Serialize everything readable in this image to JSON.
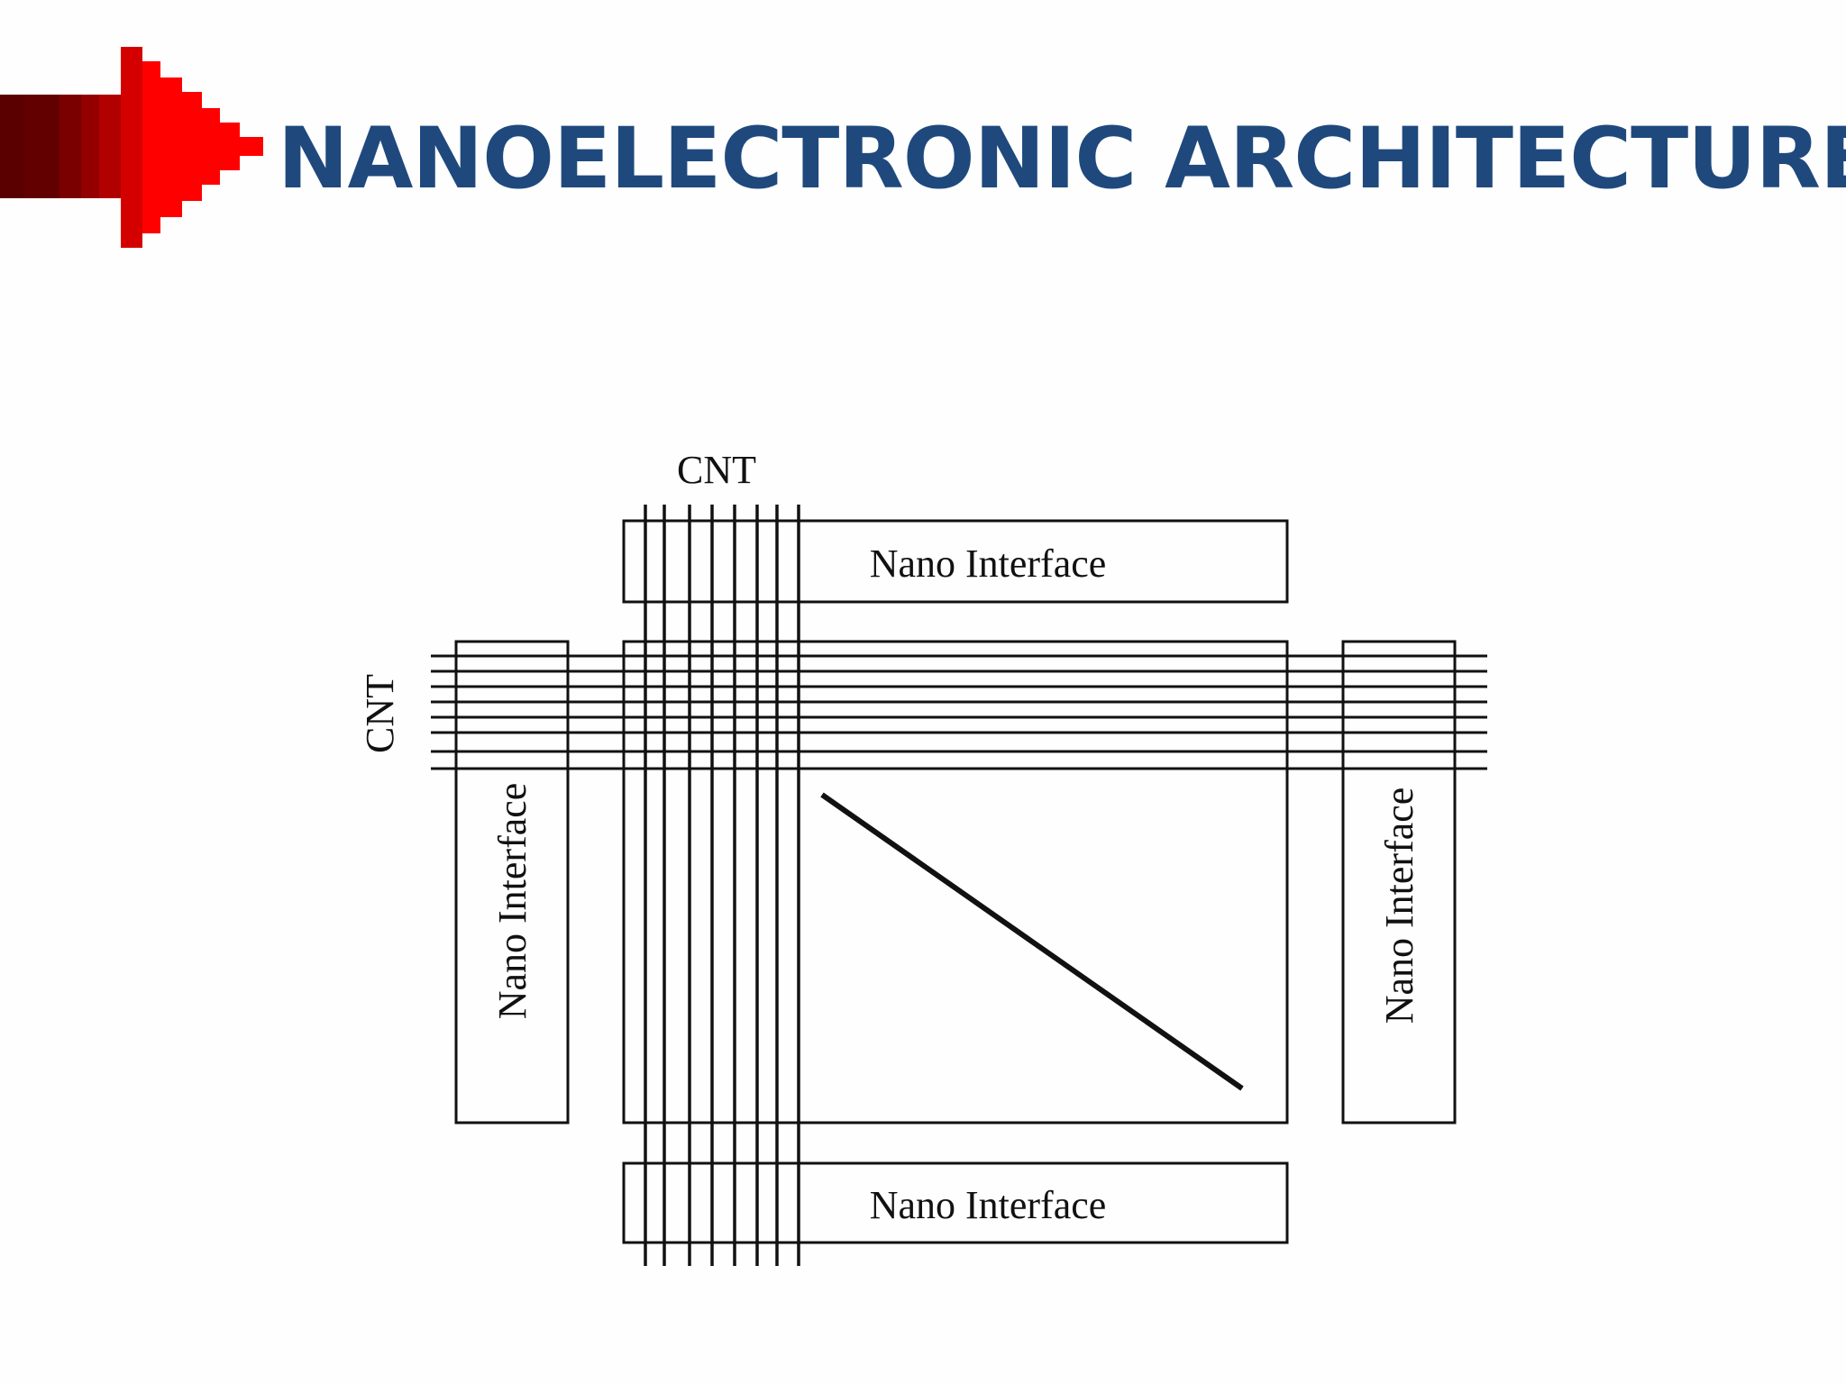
{
  "slide": {
    "title": "NANOELECTRONIC ARCHITECTURE",
    "title_color": "#1f497d",
    "arrow_icon": "pixelated-red-arrow",
    "arrow_colors": [
      "#5a0000",
      "#7a0000",
      "#9a0000",
      "#c80000",
      "#ff0000"
    ]
  },
  "diagram": {
    "cnt_top_label": "CNT",
    "cnt_left_label": "CNT",
    "interface_top_label": "Nano Interface",
    "interface_bottom_label": "Nano Interface",
    "interface_left_label": "Nano Interface",
    "interface_right_label": "Nano Interface",
    "vertical_cnt_count": 8,
    "horizontal_cnt_count": 8
  }
}
